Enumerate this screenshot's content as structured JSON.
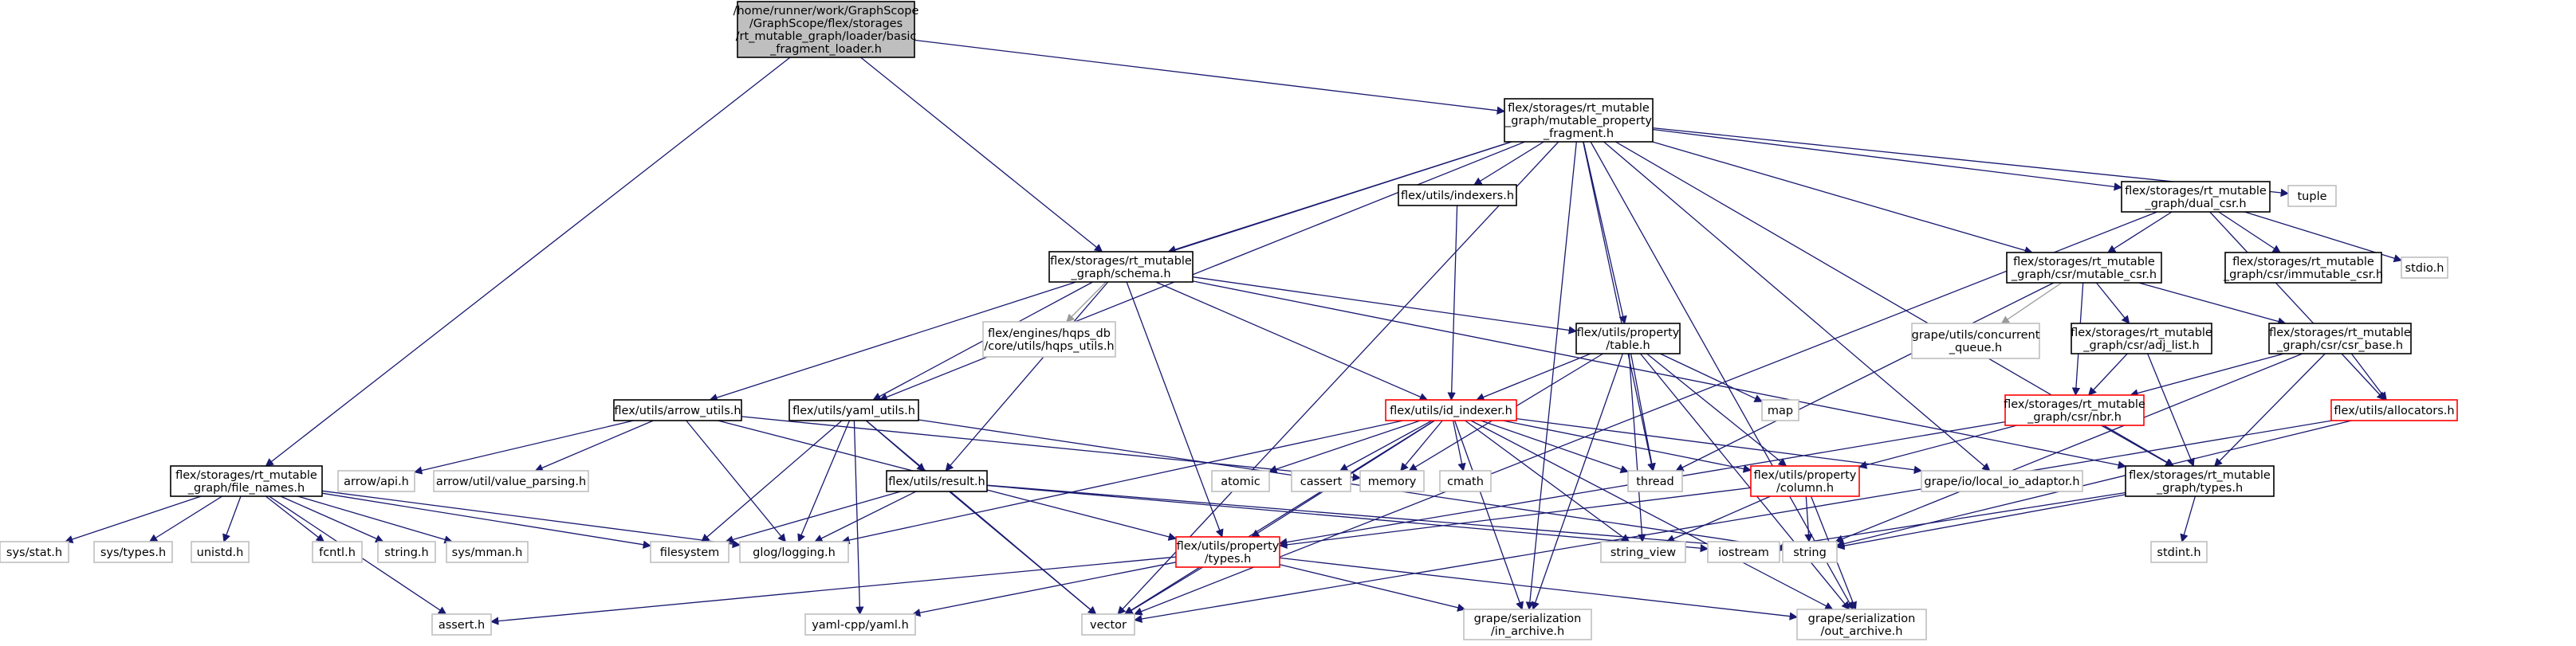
{
  "colors": {
    "edge": "#191970",
    "node_border": "#000000",
    "root_fill": "#bfbfbf",
    "external_border": "#bfbfbf",
    "undocumented_border": "#ff0000"
  },
  "nodes": {
    "basic_fragment_loader": [
      "/home/runner/work/GraphScope",
      "/GraphScope/flex/storages",
      "/rt_mutable_graph/loader/basic",
      "_fragment_loader.h"
    ],
    "mutable_property_fragment": [
      "flex/storages/rt_mutable",
      "_graph/mutable_property",
      "_fragment.h"
    ],
    "indexers": [
      "flex/utils/indexers.h"
    ],
    "dual_csr": [
      "flex/storages/rt_mutable",
      "_graph/dual_csr.h"
    ],
    "tuple": [
      "tuple"
    ],
    "schema": [
      "flex/storages/rt_mutable",
      "_graph/schema.h"
    ],
    "mutable_csr": [
      "flex/storages/rt_mutable",
      "_graph/csr/mutable_csr.h"
    ],
    "immutable_csr": [
      "flex/storages/rt_mutable",
      "_graph/csr/immutable_csr.h"
    ],
    "stdio": [
      "stdio.h"
    ],
    "hqps_utils": [
      "flex/engines/hqps_db",
      "/core/utils/hqps_utils.h"
    ],
    "table": [
      "flex/utils/property",
      "/table.h"
    ],
    "concurrent_queue": [
      "grape/utils/concurrent",
      "_queue.h"
    ],
    "adj_list": [
      "flex/storages/rt_mutable",
      "_graph/csr/adj_list.h"
    ],
    "csr_base": [
      "flex/storages/rt_mutable",
      "_graph/csr/csr_base.h"
    ],
    "arrow_utils": [
      "flex/utils/arrow_utils.h"
    ],
    "yaml_utils": [
      "flex/utils/yaml_utils.h"
    ],
    "id_indexer": [
      "flex/utils/id_indexer.h"
    ],
    "map": [
      "map"
    ],
    "nbr": [
      "flex/storages/rt_mutable",
      "_graph/csr/nbr.h"
    ],
    "allocators": [
      "flex/utils/allocators.h"
    ],
    "file_names": [
      "flex/storages/rt_mutable",
      "_graph/file_names.h"
    ],
    "arrow_api": [
      "arrow/api.h"
    ],
    "value_parsing": [
      "arrow/util/value_parsing.h"
    ],
    "result": [
      "flex/utils/result.h"
    ],
    "atomic": [
      "atomic"
    ],
    "cassert": [
      "cassert"
    ],
    "memory": [
      "memory"
    ],
    "cmath": [
      "cmath"
    ],
    "thread": [
      "thread"
    ],
    "column": [
      "flex/utils/property",
      "/column.h"
    ],
    "local_io_adaptor": [
      "grape/io/local_io_adaptor.h"
    ],
    "types_rt": [
      "flex/storages/rt_mutable",
      "_graph/types.h"
    ],
    "sys_stat": [
      "sys/stat.h"
    ],
    "sys_types": [
      "sys/types.h"
    ],
    "unistd": [
      "unistd.h"
    ],
    "fcntl": [
      "fcntl.h"
    ],
    "string_h": [
      "string.h"
    ],
    "sys_mman": [
      "sys/mman.h"
    ],
    "filesystem": [
      "filesystem"
    ],
    "glog": [
      "glog/logging.h"
    ],
    "property_types": [
      "flex/utils/property",
      "/types.h"
    ],
    "string_view": [
      "string_view"
    ],
    "iostream": [
      "iostream"
    ],
    "string": [
      "string"
    ],
    "stdint": [
      "stdint.h"
    ],
    "assert_h": [
      "assert.h"
    ],
    "yaml": [
      "yaml-cpp/yaml.h"
    ],
    "vector": [
      "vector"
    ],
    "in_archive": [
      "grape/serialization",
      "/in_archive.h"
    ],
    "out_archive": [
      "grape/serialization",
      "/out_archive.h"
    ]
  }
}
